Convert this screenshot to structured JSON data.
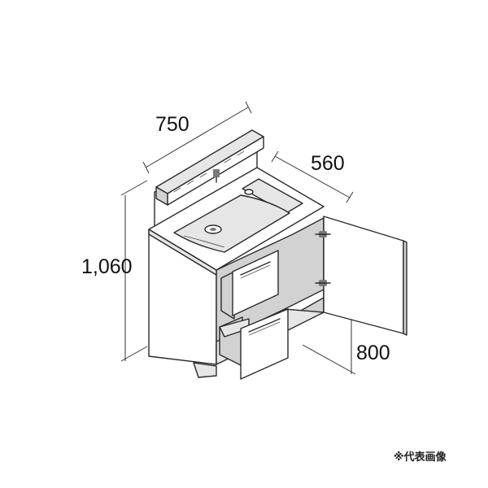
{
  "dimensions": {
    "width": "750",
    "depth": "560",
    "height": "1,060",
    "counter_height": "800"
  },
  "note": "※代表画像"
}
